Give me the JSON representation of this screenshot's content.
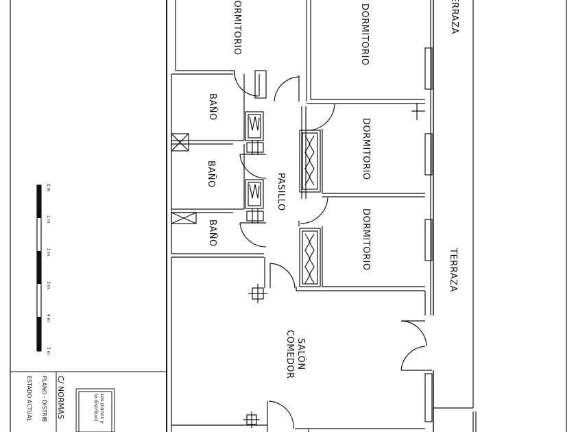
{
  "rooms": {
    "dormitorio_top_left": "DORMITORIO",
    "dormitorio_top": "DORMITORIO",
    "dormitorio_mid": "DORMITORIO",
    "dormitorio_low": "DORMITORIO",
    "bano_1": "BAÑO",
    "bano_2": "BAÑO",
    "bano_3": "BAÑO",
    "pasillo": "PASILLO",
    "terraza_top": "TERRAZA",
    "terraza_right": "TERRAZA",
    "salon_line1": "SALÓN",
    "salon_line2": "COMEDOR"
  },
  "scale_bar": {
    "ticks": [
      "0 m",
      "1 m",
      "2 m",
      "3 m",
      "4 m",
      "5 m"
    ]
  },
  "title_block": {
    "address": "C/ NORMAS",
    "plan_title": "PLANO - DISTRIB",
    "state": "ESTADO ACTUAL",
    "note_line1": "Los planos y",
    "note_line2": "la distribuci"
  },
  "colors": {
    "line": "#111111",
    "background": "#ffffff"
  }
}
